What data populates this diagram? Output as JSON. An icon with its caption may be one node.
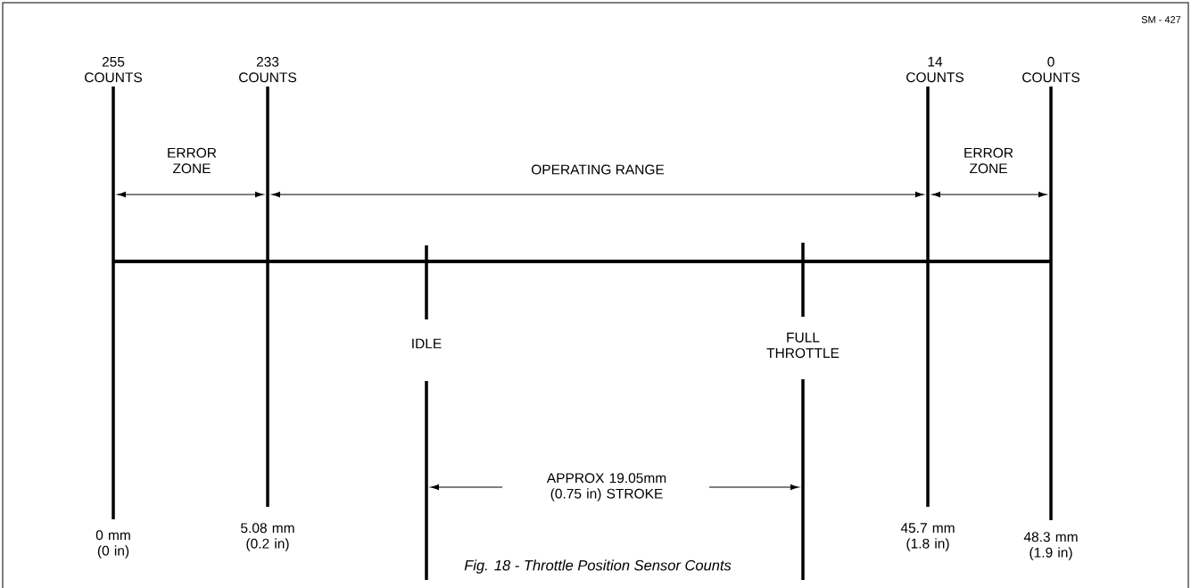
{
  "diagram": {
    "caption": "Fig. 18 - Throttle Position Sensor Counts",
    "labels": [
      "SM - 427",
      "255 COUNTS",
      "233 COUNTS",
      "14 COUNTS",
      "0 COUNTS",
      "ERROR ZONE",
      "OPERATING RANGE",
      "ERROR ZONE",
      "IDLE",
      "FULL THROTTLE",
      "0 mm (0 in)",
      "5.08 mm (0.2 in)",
      "APPROX 19.05mm (0.75 in) STROKE",
      "45.7 mm (1.8 in)",
      "48.3 mm (1.9 in)"
    ]
  }
}
